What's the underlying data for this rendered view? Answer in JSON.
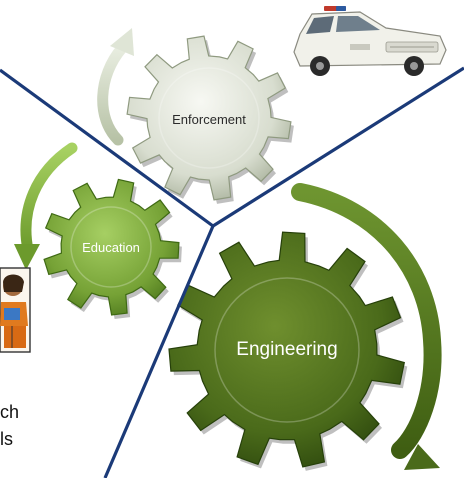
{
  "gears": [
    {
      "label": "Enforcement"
    },
    {
      "label": "Education"
    },
    {
      "label": "Engineering"
    }
  ],
  "fragments": {
    "line1": "ch",
    "line2": "ls"
  },
  "colors": {
    "divider": "#1b3a78",
    "enforcement_gear": "#dfe3d8",
    "education_gear": "#7da83c",
    "engineering_gear": "#4e6d1e",
    "arrow_gray": "#c8d0bc",
    "arrow_light_green": "#8bbd4a",
    "arrow_dark_green": "#5b7d20"
  },
  "icons": [
    "police-car-icon",
    "teacher-icon"
  ]
}
